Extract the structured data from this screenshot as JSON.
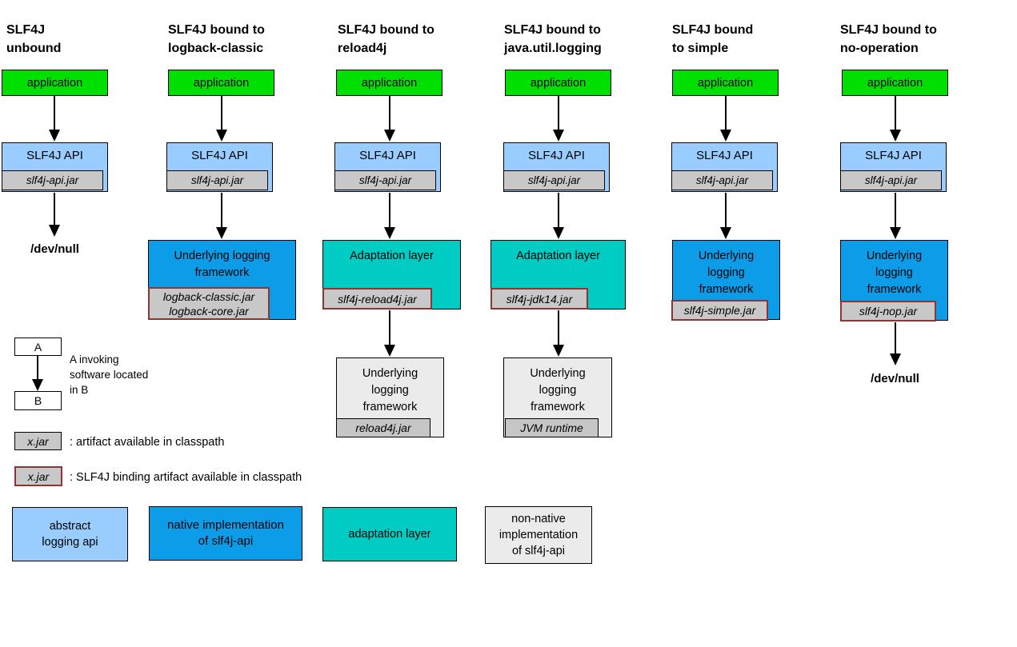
{
  "colors": {
    "green": "#00e000",
    "lightblue": "#99ccff",
    "blue": "#0d9de8",
    "teal": "#00ccc4",
    "jargray": "#c8c8c8",
    "jardark": "#c6c6c6",
    "boxgray": "#ebebeb",
    "bindred": "#8b3535"
  },
  "columns": [
    {
      "title": "SLF4J\nunbound",
      "app": "application",
      "api": "SLF4J API",
      "api_jar": "slf4j-api.jar",
      "tail": "/dev/null"
    },
    {
      "title": "SLF4J bound to\nlogback-classic",
      "app": "application",
      "api": "SLF4J API",
      "api_jar": "slf4j-api.jar",
      "framework": "Underlying logging\nframework",
      "framework_jar": "logback-classic.jar\nlogback-core.jar"
    },
    {
      "title": "SLF4J bound to\nreload4j",
      "app": "application",
      "api": "SLF4J API",
      "api_jar": "slf4j-api.jar",
      "adaptation": "Adaptation layer",
      "adaptation_jar": "slf4j-reload4j.jar",
      "underlying": "Underlying\nlogging\nframework",
      "underlying_jar": "reload4j.jar"
    },
    {
      "title": "SLF4J bound to\njava.util.logging",
      "app": "application",
      "api": "SLF4J API",
      "api_jar": "slf4j-api.jar",
      "adaptation": "Adaptation layer",
      "adaptation_jar": "slf4j-jdk14.jar",
      "underlying": "Underlying\nlogging\nframework",
      "underlying_jar": "JVM runtime"
    },
    {
      "title": "SLF4J bound\nto simple",
      "app": "application",
      "api": "SLF4J API",
      "api_jar": "slf4j-api.jar",
      "framework": "Underlying\nlogging\nframework",
      "framework_jar": "slf4j-simple.jar"
    },
    {
      "title": "SLF4J bound to\nno-operation",
      "app": "application",
      "api": "SLF4J API",
      "api_jar": "slf4j-api.jar",
      "framework": "Underlying\nlogging\nframework",
      "framework_jar": "slf4j-nop.jar",
      "tail": "/dev/null"
    }
  ],
  "legend": {
    "invoking": {
      "box_a": "A",
      "box_b": "B",
      "caption": "A invoking\nsoftware located\nin B"
    },
    "artifact_jar": {
      "label": "x.jar",
      "caption": ": artifact available in classpath"
    },
    "binding_jar": {
      "label": "x.jar",
      "caption": ": SLF4J binding artifact available in classpath"
    },
    "key_boxes": [
      {
        "label": "abstract\nlogging api"
      },
      {
        "label": "native implementation\nof slf4j-api"
      },
      {
        "label": "adaptation layer"
      },
      {
        "label": "non-native\nimplementation\nof slf4j-api"
      }
    ]
  }
}
